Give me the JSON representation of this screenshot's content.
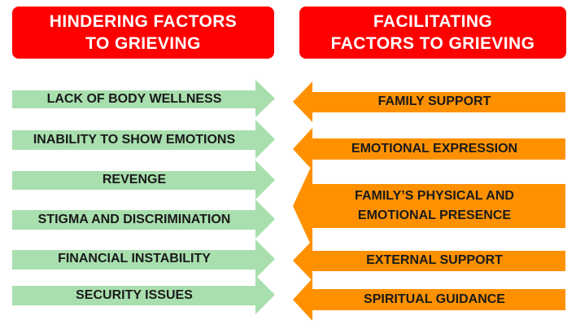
{
  "hindering": {
    "title": "HINDERING FACTORS\nTO GRIEVING",
    "items": [
      "LACK OF BODY WELLNESS",
      "INABILITY TO SHOW EMOTIONS",
      "REVENGE",
      "STIGMA AND DISCRIMINATION",
      "FINANCIAL INSTABILITY",
      "SECURITY ISSUES"
    ]
  },
  "facilitating": {
    "title": "FACILITATING\nFACTORS TO GRIEVING",
    "items": [
      "FAMILY SUPPORT",
      "EMOTIONAL EXPRESSION",
      "FAMILY’S PHYSICAL AND\nEMOTIONAL PRESENCE",
      "EXTERNAL SUPPORT",
      "SPIRITUAL GUIDANCE"
    ]
  },
  "colors": {
    "header": "#ff0000",
    "hindering_arrow": "#a9dfae",
    "facilitating_arrow": "#ff9100"
  }
}
